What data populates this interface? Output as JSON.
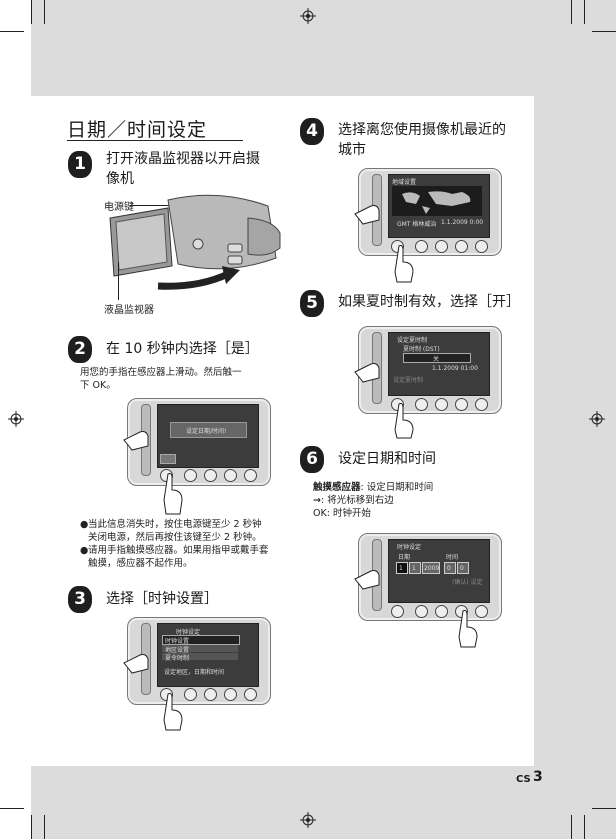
{
  "page": {
    "title": "日期／时间设定",
    "footer_lang": "CS",
    "page_number": "3"
  },
  "steps": [
    {
      "number": "1",
      "title_line1": "打开液晶监视器以开启摄",
      "title_line2": "像机",
      "labels": {
        "power": "电源键",
        "lcd": "液晶监视器"
      }
    },
    {
      "number": "2",
      "title": "在 10 秒钟内选择［是］",
      "desc_line1": "用您的手指在感应器上滑动。然后触一",
      "desc_line2": "下 OK。",
      "screen_text": "设定日期/时间!",
      "notes": [
        {
          "line1": "当此信息消失时，按住电源键至少 2 秒钟",
          "line2": "关闭电源，然后再按住该键至少 2 秒钟。"
        },
        {
          "line1": "请用手指触摸感应器。如果用指甲或戴手套",
          "line2": "触摸，感应器不起作用。"
        }
      ]
    },
    {
      "number": "3",
      "title": "选择［时钟设置］",
      "menu_items": [
        "时钟设置",
        "地区设置",
        "夏令时制"
      ],
      "screen_header": "时钟设定",
      "screen_footer": "设定地区，日期和时间"
    },
    {
      "number": "4",
      "title_line1": "选择离您使用摄像机最近的",
      "title_line2": "城市",
      "screen_header": "地域设置",
      "screen_time": "1.1.2009 0:00",
      "screen_city": "GMT 格林威治"
    },
    {
      "number": "5",
      "title": "如果夏时制有效，选择［开］",
      "screen_header": "设定夏时制",
      "screen_sub": "夏时制 (DST)",
      "screen_value": "关",
      "screen_time": "1.1.2009 01:00",
      "screen_footer": "设定夏时制"
    },
    {
      "number": "6",
      "title": "设定日期和时间",
      "sensor_label": "触摸感应器",
      "sensor_desc": ": 设定日期和时间",
      "arrow_label": "→",
      "arrow_desc": ": 将光标移到右边",
      "ok_label": "OK",
      "ok_desc": ": 时钟开始",
      "screen_header": "时钟设定",
      "col_date": "日期",
      "col_time": "时间",
      "fields": [
        "1",
        "1",
        "2009",
        "0",
        "0"
      ],
      "screen_note": "(确认) 设定"
    }
  ],
  "colors": {
    "gray_margin": "#dcdcdc",
    "step_badge": "#1e1e1e",
    "screen_bg": "#3c3c3c"
  }
}
